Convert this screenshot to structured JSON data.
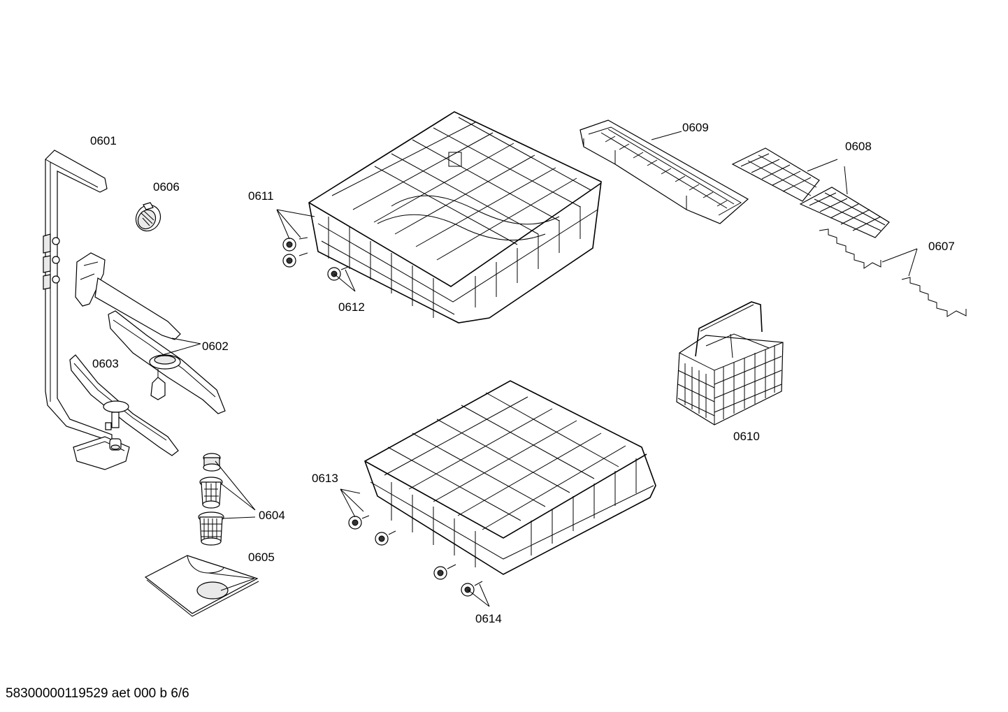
{
  "parts": {
    "p0601": "0601",
    "p0602": "0602",
    "p0603": "0603",
    "p0604": "0604",
    "p0605": "0605",
    "p0606": "0606",
    "p0607": "0607",
    "p0608": "0608",
    "p0609": "0609",
    "p0610": "0610",
    "p0611": "0611",
    "p0612": "0612",
    "p0613": "0613",
    "p0614": "0614"
  },
  "footer": {
    "code": "58300000119529 aet 000 b 6/6"
  }
}
